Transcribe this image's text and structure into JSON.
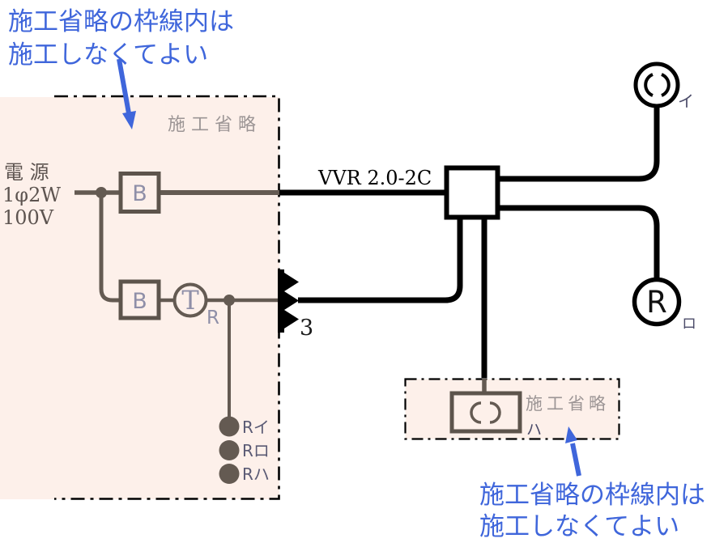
{
  "annotations": {
    "top": {
      "line1": "施工省略の枠線内は",
      "line2": "施工しなくてよい"
    },
    "bottom": {
      "line1": "施工省略の枠線内は",
      "line2": "施工しなくてよい"
    }
  },
  "main_box": {
    "label": "施工省略"
  },
  "sub_box": {
    "label": "施工省略"
  },
  "source": {
    "line1": "電 源",
    "line2": "1φ2W",
    "line3": "100V"
  },
  "cable": {
    "label": "VVR 2.0-2C"
  },
  "breakers": {
    "b1": "B",
    "b2": "B"
  },
  "timer": {
    "symbol": "T",
    "subscript": "R"
  },
  "connector": {
    "count": "3"
  },
  "devices": {
    "lamp_i": {
      "label": "イ"
    },
    "lamp_r": {
      "symbol": "R",
      "label": "ロ"
    },
    "lamp_ha": {
      "label": "ハ"
    }
  },
  "relay_contacts": [
    {
      "label": "Rイ"
    },
    {
      "label": "Rロ"
    },
    {
      "label": "Rハ"
    }
  ],
  "colors": {
    "annotation_blue": "#3f66db",
    "omission_fill": "#fdf0ea",
    "inner_wire_brown": "#645a52",
    "label_gray": "#9c9595",
    "device_letter_gray": "#8f8fa8",
    "katakana_gray": "#4c4c6a",
    "wire_black": "#000000"
  }
}
